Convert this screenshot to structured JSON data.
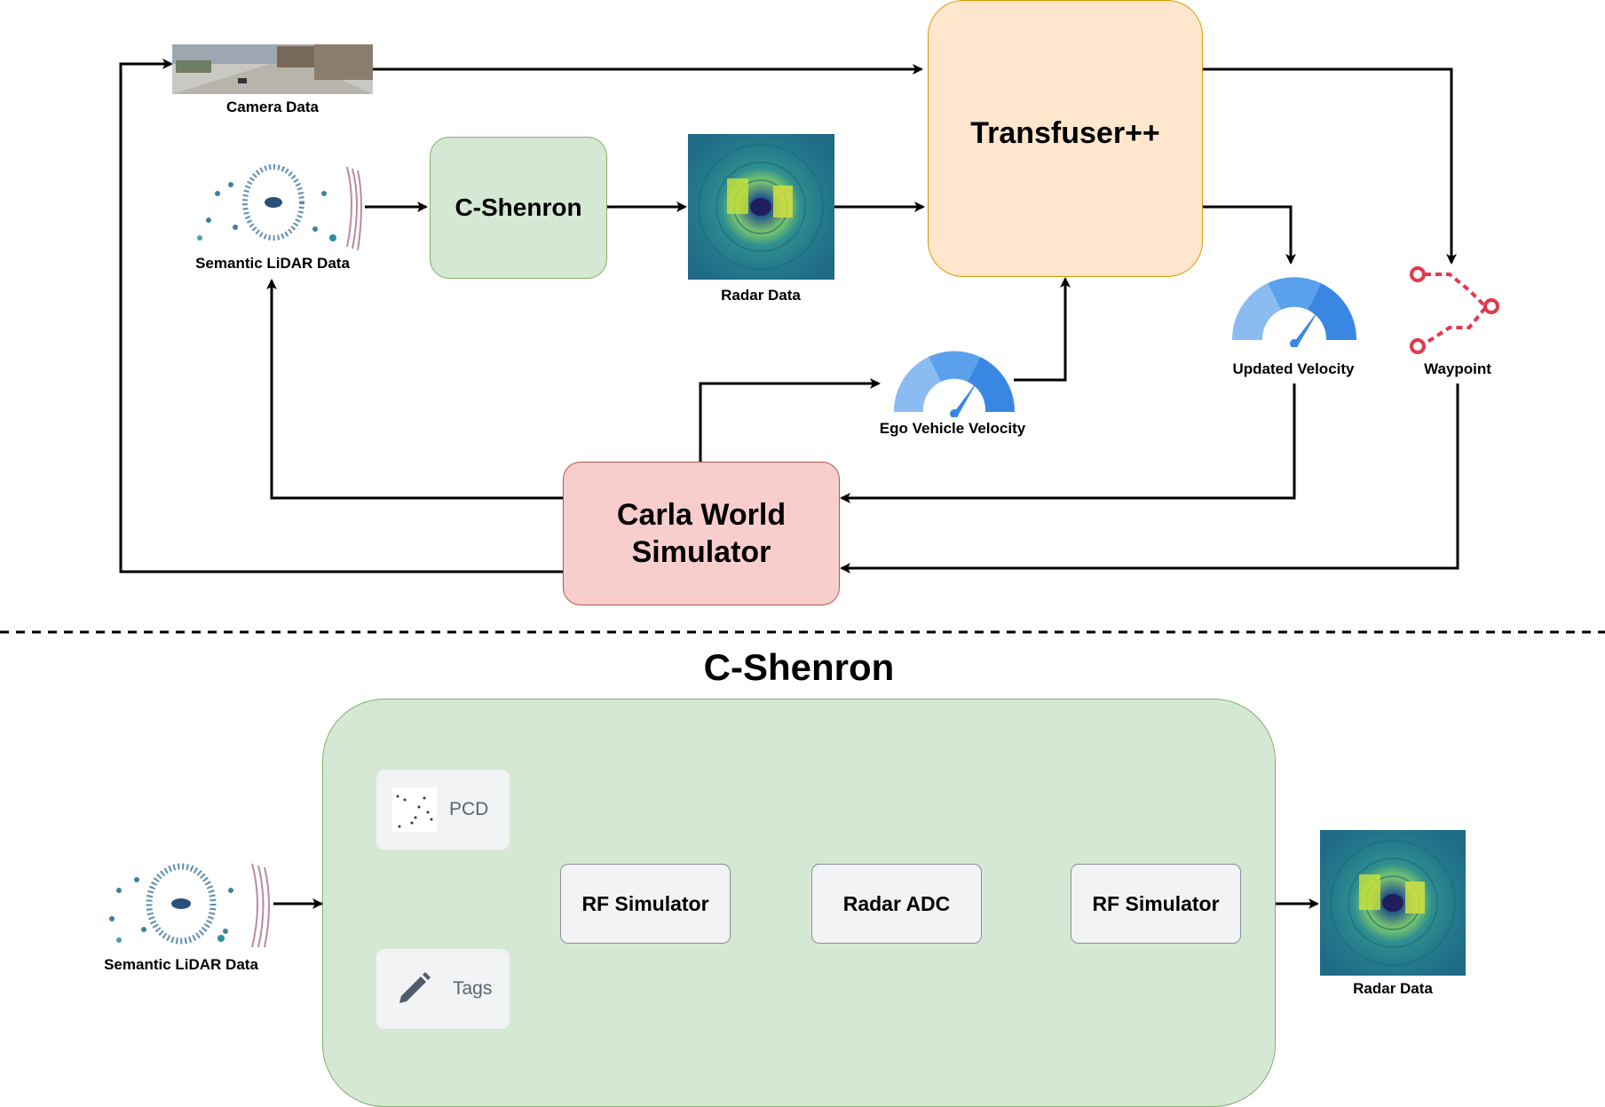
{
  "top": {
    "camera_label": "Camera Data",
    "lidar_label": "Semantic LiDAR Data",
    "cshenron_box": "C-Shenron",
    "radar_label": "Radar Data",
    "transfuser_box": "Transfuser++",
    "updated_velocity_label": "Updated Velocity",
    "waypoint_label": "Waypoint",
    "ego_velocity_label": "Ego Vehicle Velocity",
    "carla_box": "Carla World Simulator"
  },
  "bottom": {
    "title": "C-Shenron",
    "lidar_label": "Semantic LiDAR Data",
    "pcd_label": "PCD",
    "tags_label": "Tags",
    "rf_sim_1": "RF Simulator",
    "radar_adc": "Radar ADC",
    "rf_sim_2": "RF Simulator",
    "radar_label": "Radar Data"
  },
  "colors": {
    "cshenron_fill": "#d5e8d4",
    "cshenron_stroke": "#82b366",
    "transfuser_fill": "#ffe6cc",
    "transfuser_stroke": "#d79b00",
    "carla_fill": "#f8cecc",
    "carla_stroke": "#b85450",
    "gauge_blue": "#4a90e2",
    "waypoint_red": "#e03a4e"
  },
  "icons": [
    "camera-image",
    "lidar-pointcloud-image",
    "radar-heatmap-image",
    "speedometer-icon",
    "route-waypoint-icon",
    "point-cloud-icon",
    "pencil-icon"
  ]
}
